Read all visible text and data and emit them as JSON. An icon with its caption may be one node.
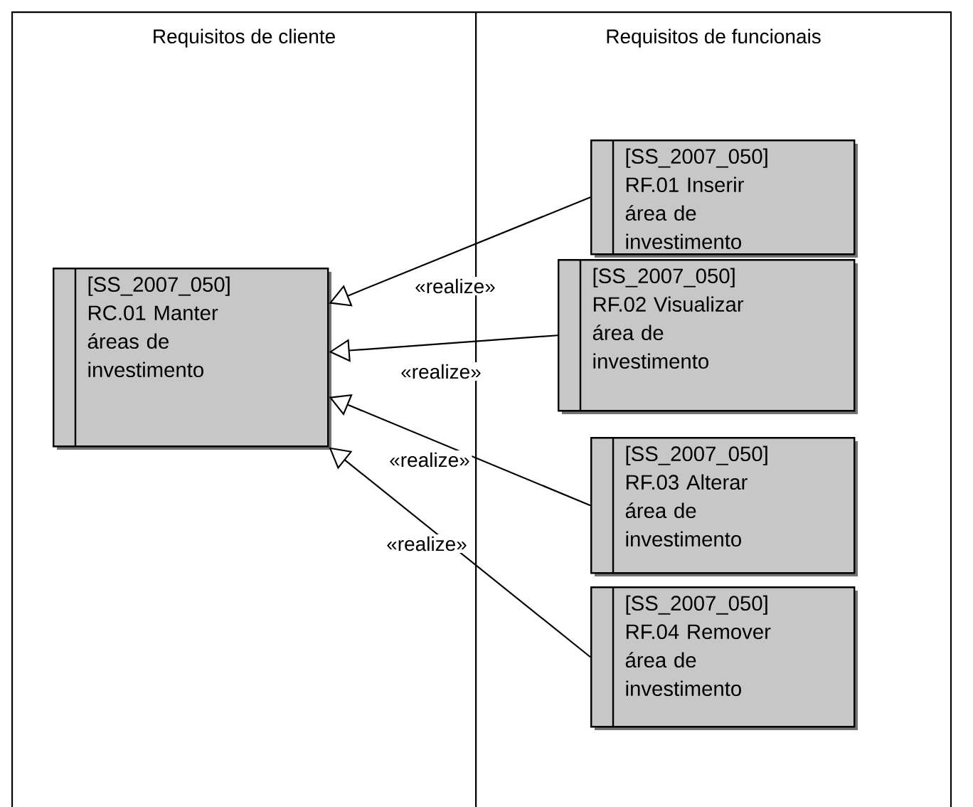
{
  "diagram": {
    "nodes": [
      {
        "text": [
          "Requisitos de cliente"
        ]
      },
      {
        "text": [
          "Requisitos de funcionais"
        ]
      },
      {
        "text": [
          "[SS_2007_050] RC.01 Manter áreas de investimento"
        ],
        "in": 0
      },
      {
        "text": [
          "[SS_2007_050] RF.01 Inserir área de investimento"
        ],
        "in": 1
      },
      {
        "text": [
          "[SS_2007_050] RF.02 Visualizar área de investimento"
        ],
        "in": 1
      },
      {
        "text": [
          "[SS_2007_050] RF.03 Alterar área de investimento"
        ],
        "in": 1
      },
      {
        "text": [
          "[SS_2007_050] RF.04 Remover área de investimento"
        ],
        "in": 1
      }
    ],
    "edges": [
      {
        "from": 3,
        "to": 2,
        "arrow": "to",
        "label": "«realize»"
      },
      {
        "from": 4,
        "to": 2,
        "arrow": "to",
        "label": "«realize»"
      },
      {
        "from": 5,
        "to": 2,
        "arrow": "to",
        "label": "«realize»"
      },
      {
        "from": 6,
        "to": 2,
        "arrow": "to",
        "label": "«realize»"
      }
    ]
  }
}
